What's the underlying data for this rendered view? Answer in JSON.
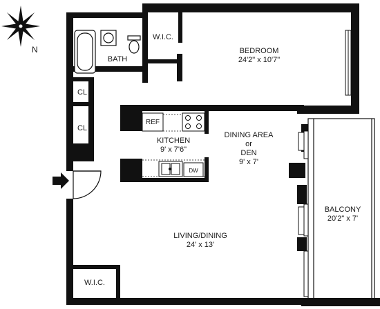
{
  "compass": {
    "label": "N"
  },
  "rooms": {
    "bedroom": {
      "name": "BEDROOM",
      "dims": "24'2\" x 10'7\""
    },
    "bath": {
      "name": "BATH"
    },
    "wic_top": {
      "name": "W.I.C."
    },
    "cl_upper": {
      "name": "CL"
    },
    "cl_lower": {
      "name": "CL"
    },
    "kitchen": {
      "name": "KITCHEN",
      "dims": "9' x 7'6\""
    },
    "dining": {
      "name": "DINING AREA",
      "connector": "or",
      "alt": "DEN",
      "dims": "9' x 7'"
    },
    "balcony": {
      "name": "BALCONY",
      "dims": "20'2\" x 7'"
    },
    "living": {
      "name": "LIVING/DINING",
      "dims": "24' x 13'"
    },
    "wic_bottom": {
      "name": "W.I.C."
    }
  },
  "appliances": {
    "ref": "REF",
    "dw": "DW"
  }
}
